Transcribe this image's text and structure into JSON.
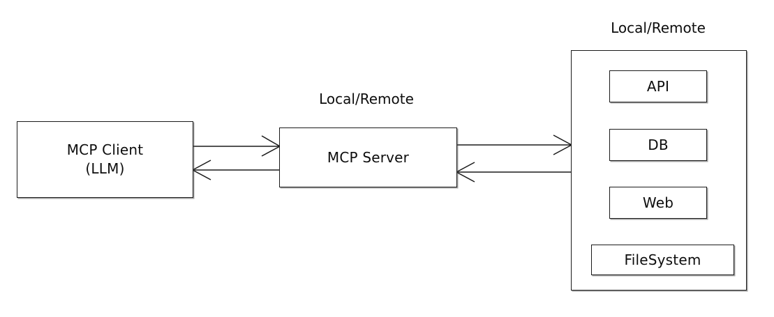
{
  "diagram": {
    "title": "MCP Client / MCP Server / Local-Remote Resources architecture",
    "background_color": "#ffffff",
    "stroke_color": "#1a1a1a",
    "text_color": "#0d0d0d"
  },
  "nodes": {
    "client": {
      "line1": "MCP Client",
      "line2": "(LLM)"
    },
    "server": {
      "label": "MCP Server"
    },
    "resources": {
      "items": [
        {
          "label": "API"
        },
        {
          "label": "DB"
        },
        {
          "label": "Web"
        },
        {
          "label": "FileSystem"
        }
      ]
    }
  },
  "labels": {
    "server_transport": "Local/Remote",
    "resources_transport": "Local/Remote"
  },
  "connectors": [
    {
      "name": "client-to-server",
      "direction": "right",
      "from": "MCP Client",
      "to": "MCP Server"
    },
    {
      "name": "server-to-client",
      "direction": "left",
      "from": "MCP Server",
      "to": "MCP Client"
    },
    {
      "name": "server-to-resources",
      "direction": "right",
      "from": "MCP Server",
      "to": "Local/Remote resources"
    },
    {
      "name": "resources-to-server",
      "direction": "left",
      "from": "Local/Remote resources",
      "to": "MCP Server"
    }
  ]
}
